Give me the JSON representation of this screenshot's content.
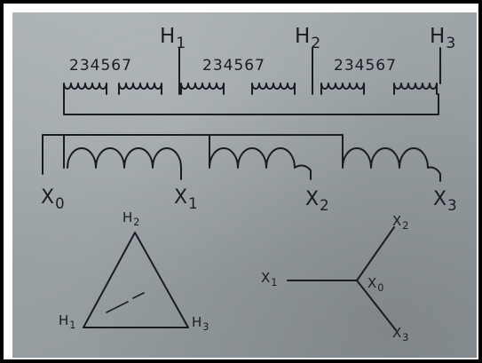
{
  "nameplate": {
    "primary": {
      "terminals": [
        {
          "letter": "H",
          "num": "1"
        },
        {
          "letter": "H",
          "num": "2"
        },
        {
          "letter": "H",
          "num": "3"
        }
      ],
      "taps": [
        "234567",
        "234567",
        "234567"
      ]
    },
    "secondary": {
      "terminals": [
        {
          "letter": "X",
          "num": "0"
        },
        {
          "letter": "X",
          "num": "1"
        },
        {
          "letter": "X",
          "num": "2"
        },
        {
          "letter": "X",
          "num": "3"
        }
      ]
    },
    "delta": {
      "top": {
        "letter": "H",
        "num": "2"
      },
      "left": {
        "letter": "H",
        "num": "1"
      },
      "right": {
        "letter": "H",
        "num": "3"
      }
    },
    "wye": {
      "top": {
        "letter": "X",
        "num": "2"
      },
      "left": {
        "letter": "X",
        "num": "1"
      },
      "center": {
        "letter": "X",
        "num": "0"
      },
      "bottom": {
        "letter": "X",
        "num": "3"
      }
    }
  },
  "colors": {
    "plate": "#9aa1a5",
    "ink": "#1b1b24",
    "frame": "#000000"
  }
}
